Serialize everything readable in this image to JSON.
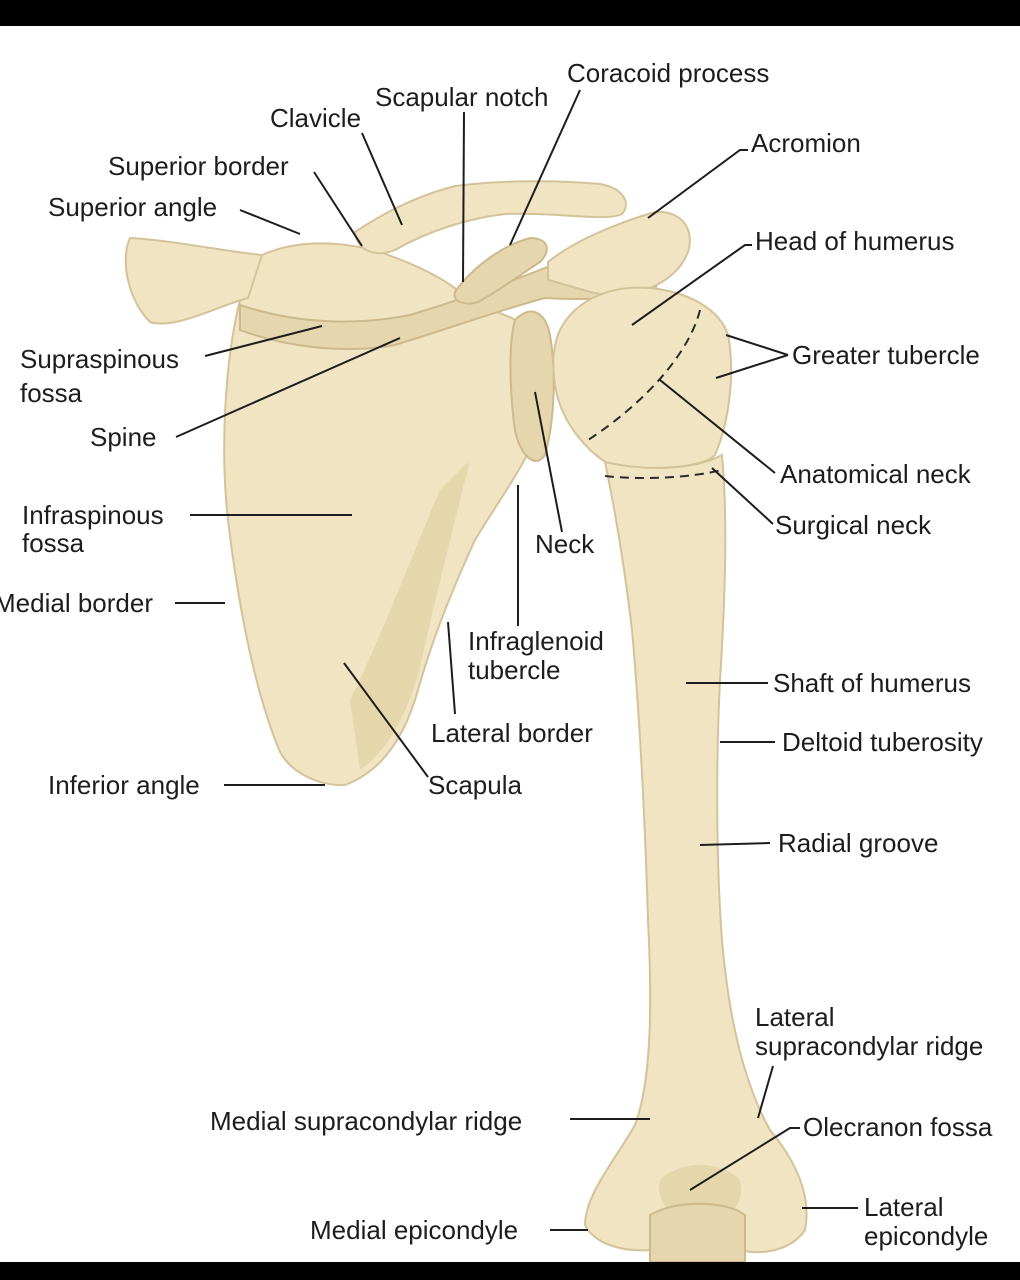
{
  "labels": {
    "coracoid_process": "Coracoid process",
    "scapular_notch": "Scapular notch",
    "clavicle": "Clavicle",
    "acromion": "Acromion",
    "superior_border": "Superior border",
    "superior_angle": "Superior angle",
    "head_of_humerus": "Head of humerus",
    "supraspinous_fossa_1": "Supraspinous",
    "supraspinous_fossa_2": "fossa",
    "greater_tubercle": "Greater tubercle",
    "spine": "Spine",
    "anatomical_neck": "Anatomical neck",
    "infraspinous_fossa_1": "Infraspinous",
    "infraspinous_fossa_2": "fossa",
    "surgical_neck": "Surgical neck",
    "neck": "Neck",
    "medial_border": "Medial border",
    "infraglenoid_tubercle_1": "Infraglenoid",
    "infraglenoid_tubercle_2": "tubercle",
    "shaft_of_humerus": "Shaft of humerus",
    "lateral_border": "Lateral border",
    "deltoid_tuberosity": "Deltoid tuberosity",
    "inferior_angle": "Inferior angle",
    "scapula": "Scapula",
    "radial_groove": "Radial groove",
    "lateral_supracondylar_ridge_1": "Lateral",
    "lateral_supracondylar_ridge_2": "supracondylar ridge",
    "medial_supracondylar_ridge": "Medial supracondylar ridge",
    "olecranon_fossa": "Olecranon fossa",
    "lateral_epicondyle_1": "Lateral",
    "lateral_epicondyle_2": "epicondyle",
    "medial_epicondyle": "Medial epicondyle"
  },
  "colors": {
    "background": "#ffffff",
    "frame": "#000000",
    "bone": "#f0e4c2",
    "text": "#1d1d1d"
  }
}
